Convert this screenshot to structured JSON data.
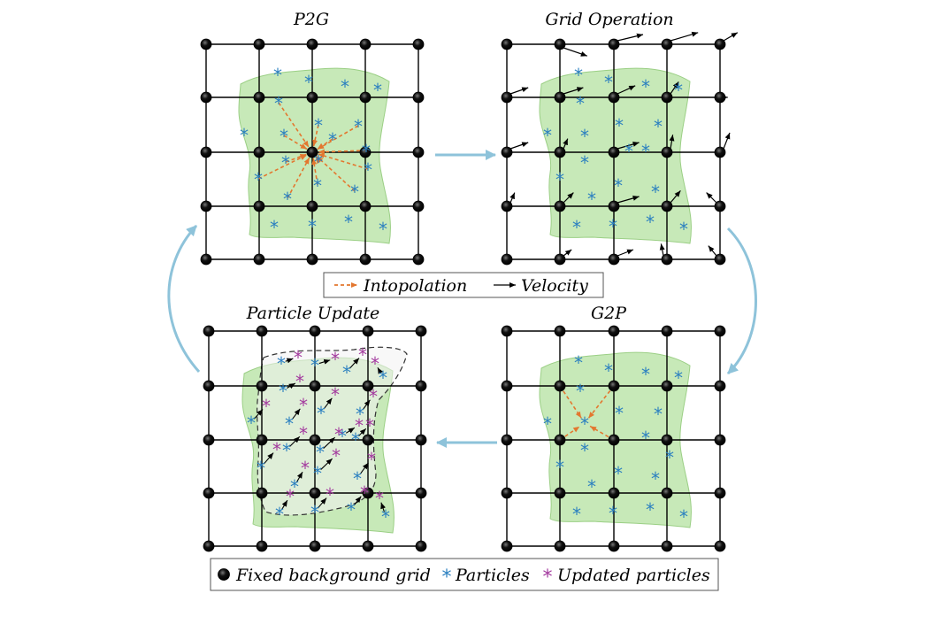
{
  "panels": [
    {
      "id": "p2g",
      "title": "P2G"
    },
    {
      "id": "grid-op",
      "title": "Grid Operation"
    },
    {
      "id": "particle-update",
      "title": "Particle Update"
    },
    {
      "id": "g2p",
      "title": "G2P"
    }
  ],
  "legend_top": {
    "interpolation": "Intopolation",
    "velocity": "Velocity"
  },
  "legend_bottom": {
    "grid": "Fixed background grid",
    "particles": "Particles",
    "updated": "Updated particles"
  },
  "colors": {
    "material": "#b9e3a6",
    "particle": "#2a7fc0",
    "updated_particle": "#a33a9e",
    "interp_arrow": "#e3772f",
    "flow_arrow": "#8ec3da",
    "node": "#000000"
  }
}
